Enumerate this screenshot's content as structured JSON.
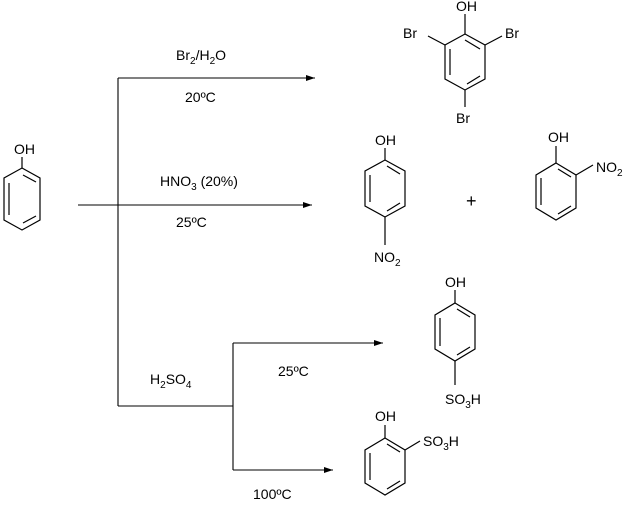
{
  "reactant": {
    "oh": "OH"
  },
  "conditions": {
    "bromination": {
      "reagent_pre": "Br",
      "reagent_sub1": "2",
      "reagent_mid": "/H",
      "reagent_sub2": "2",
      "reagent_post": "O",
      "temp": "20ºC"
    },
    "nitration": {
      "reagent_pre": "HNO",
      "reagent_sub": "3",
      "reagent_post": " (20%)",
      "temp": "25ºC"
    },
    "sulfonation": {
      "reagent_pre": "H",
      "reagent_sub1": "2",
      "reagent_mid": "SO",
      "reagent_sub2": "4",
      "temp_low": "25ºC",
      "temp_high": "100ºC"
    }
  },
  "products": {
    "tribromophenol": {
      "oh": "OH",
      "br_left": "Br",
      "br_right": "Br",
      "br_bottom": "Br"
    },
    "para_nitrophenol": {
      "oh": "OH",
      "no2_pre": "NO",
      "no2_sub": "2"
    },
    "plus": "+",
    "ortho_nitrophenol": {
      "oh": "OH",
      "no2_pre": "NO",
      "no2_sub": "2"
    },
    "para_sulfonic": {
      "oh": "OH",
      "so3h_pre": "SO",
      "so3h_sub": "3",
      "so3h_post": "H"
    },
    "ortho_sulfonic": {
      "oh": "OH",
      "so3h_pre": "SO",
      "so3h_sub": "3",
      "so3h_post": "H"
    }
  }
}
